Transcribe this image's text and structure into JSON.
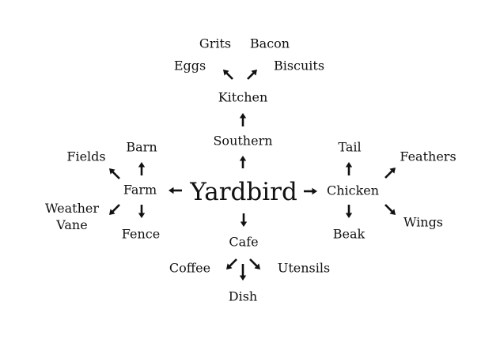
{
  "diagram": {
    "center": "Yardbird",
    "nodes": {
      "southern": "Southern",
      "kitchen": "Kitchen",
      "eggs": "Eggs",
      "grits": "Grits",
      "bacon": "Bacon",
      "biscuits": "Biscuits",
      "farm": "Farm",
      "barn": "Barn",
      "fields": "Fields",
      "weather_vane": "Weather\nVane",
      "fence": "Fence",
      "chicken": "Chicken",
      "tail": "Tail",
      "feathers": "Feathers",
      "wings": "Wings",
      "beak": "Beak",
      "cafe": "Cafe",
      "coffee": "Coffee",
      "dish": "Dish",
      "utensils": "Utensils"
    },
    "colors": {
      "text": "#111111",
      "arrow": "#111111"
    }
  }
}
